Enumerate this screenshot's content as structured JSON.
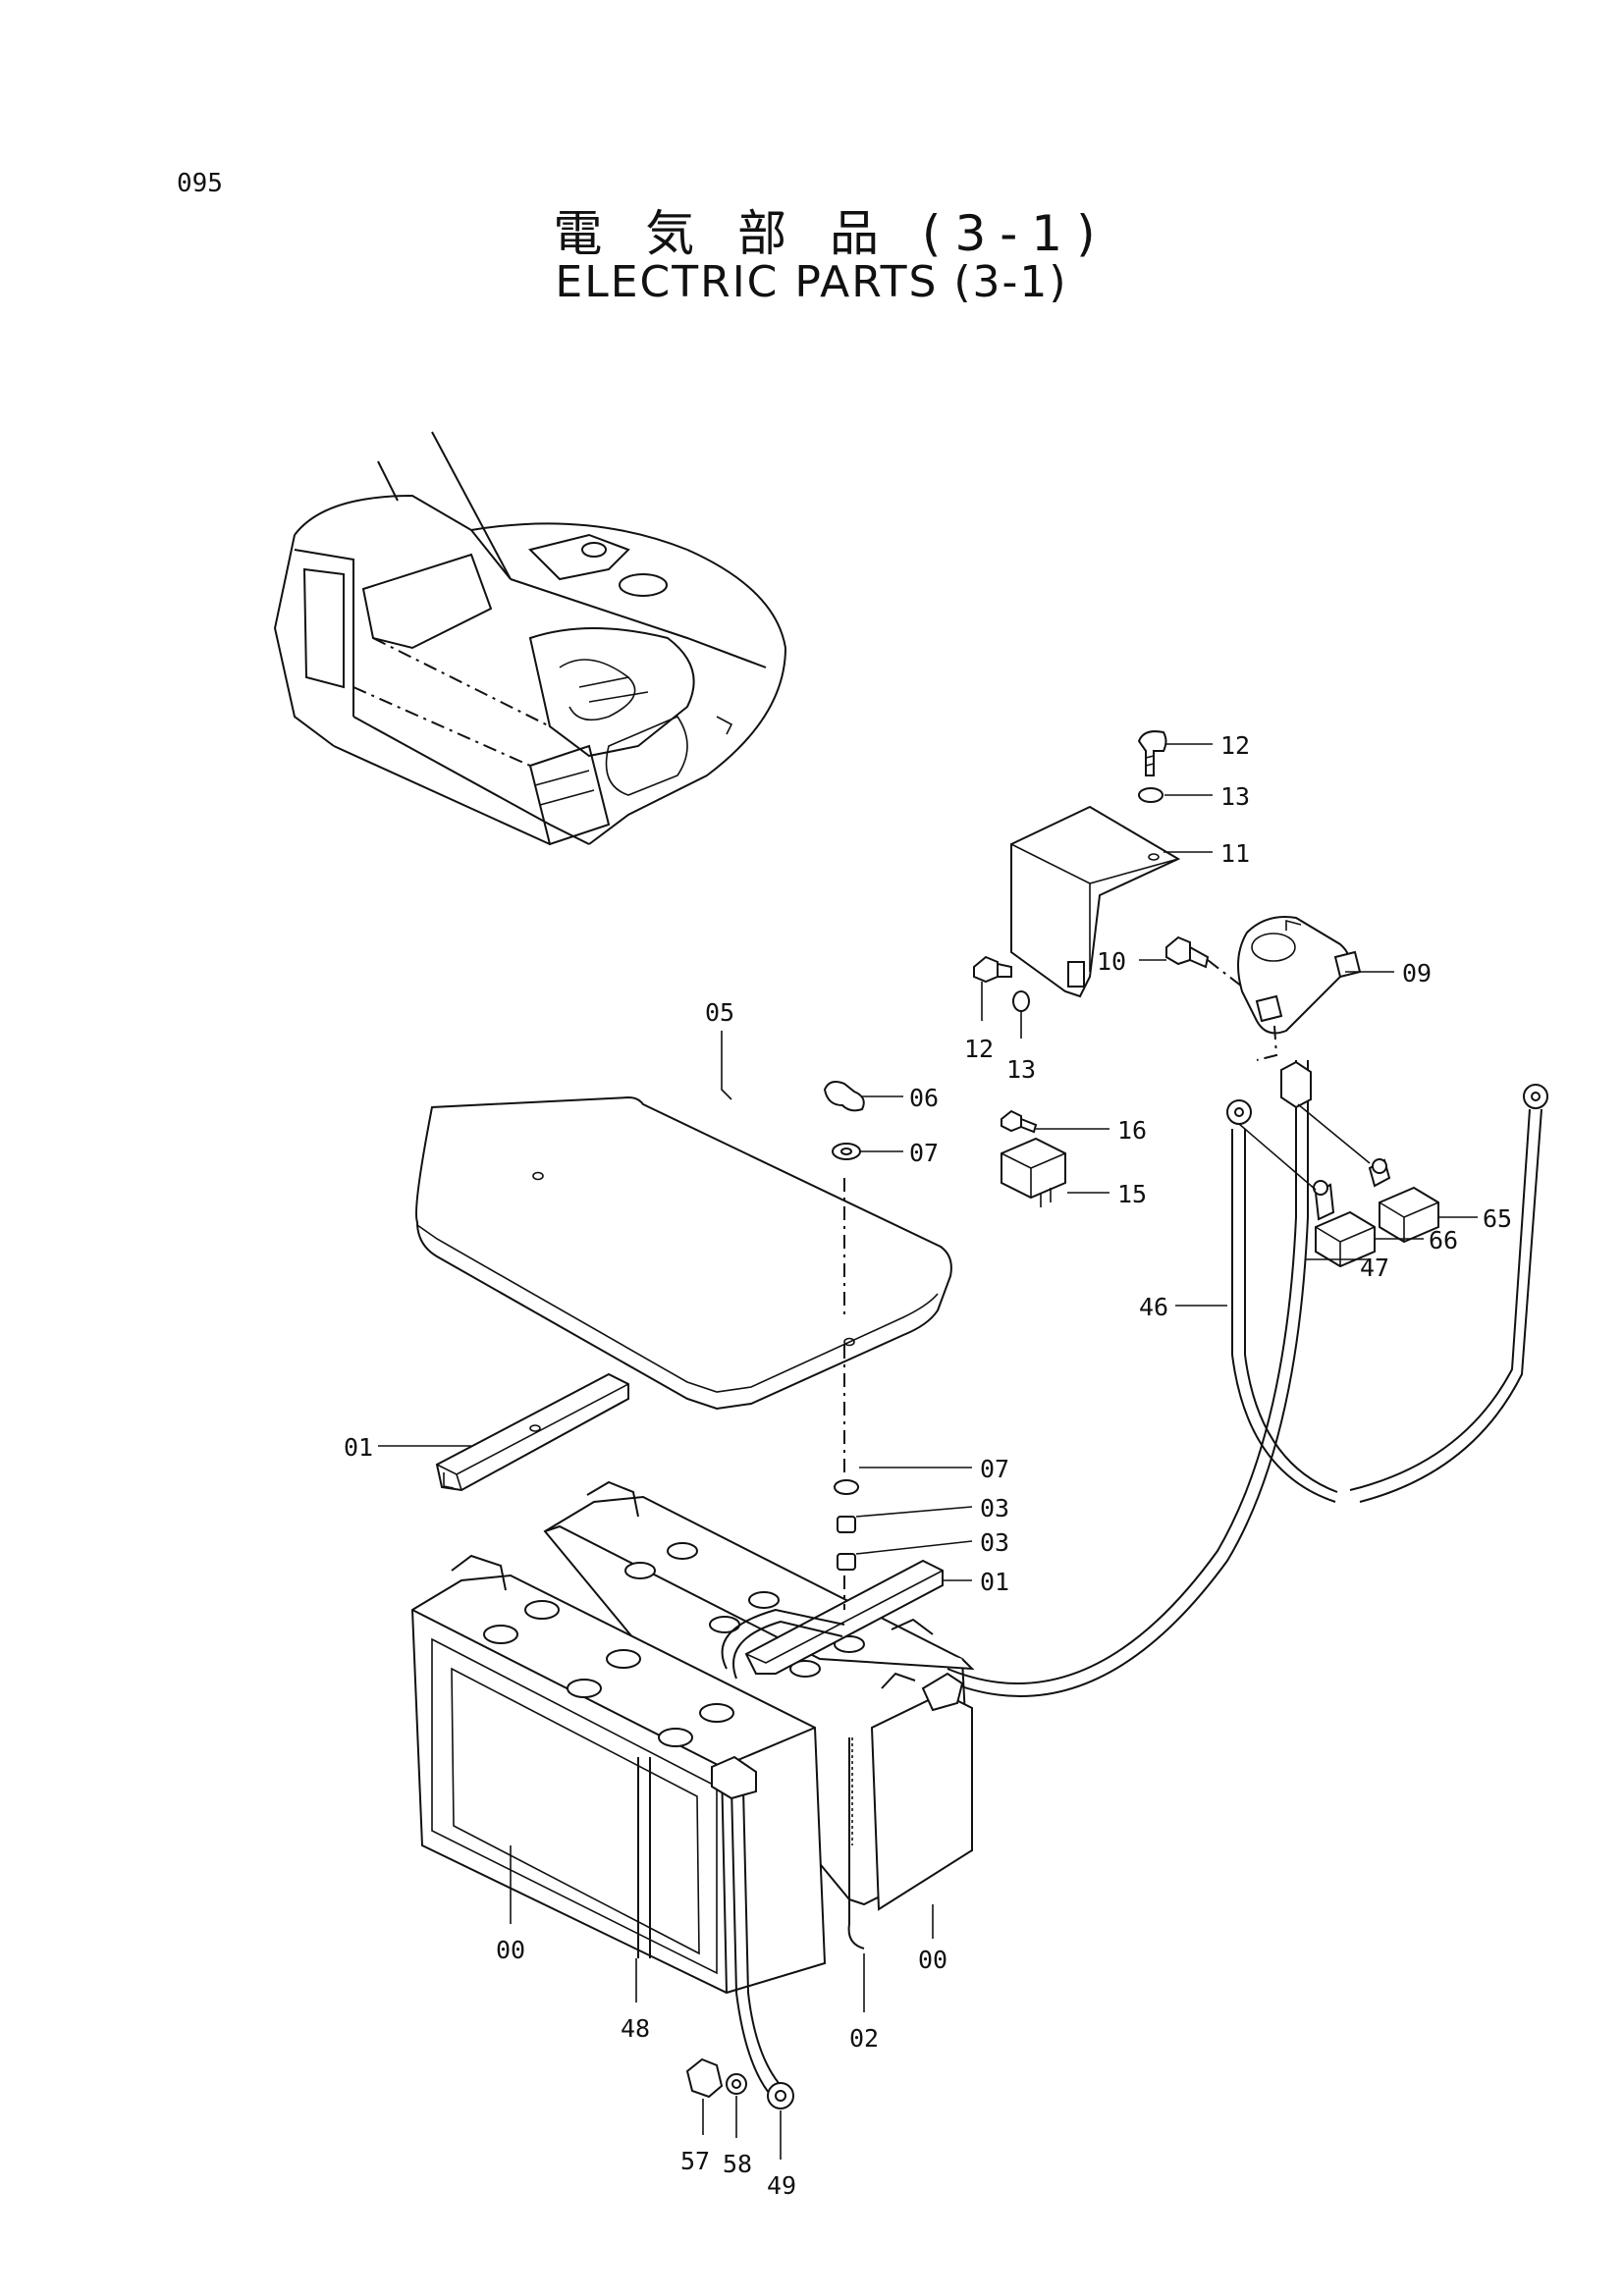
{
  "page_number": "095",
  "title_jp": "電 気 部 品 (3-1)",
  "title_en": "ELECTRIC PARTS (3-1)",
  "labels": {
    "p00_left": "00",
    "p00_right": "00",
    "p01_top": "01",
    "p01_right": "01",
    "p02": "02",
    "p03_a": "03",
    "p03_b": "03",
    "p05": "05",
    "p06": "06",
    "p07_top": "07",
    "p07_bottom": "07",
    "p09": "09",
    "p10": "10",
    "p11": "11",
    "p12_top": "12",
    "p12_left": "12",
    "p13_top": "13",
    "p13_left": "13",
    "p15": "15",
    "p16": "16",
    "p46": "46",
    "p47": "47",
    "p48": "48",
    "p49": "49",
    "p57": "57",
    "p58": "58",
    "p65": "65",
    "p66": "66"
  }
}
